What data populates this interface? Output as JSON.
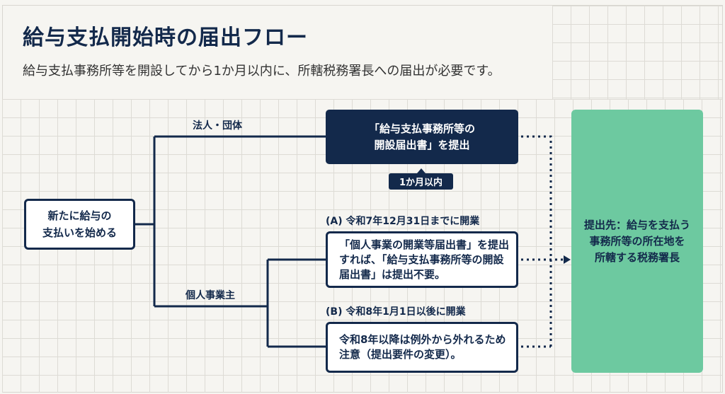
{
  "header": {
    "title": "給与支払開始時の届出フロー",
    "subtitle": "給与支払事務所等を開設してから1か月以内に、所轄税務署長への届出が必要です。"
  },
  "start": {
    "line1": "新たに給与の",
    "line2": "支払いを始める"
  },
  "corporate": {
    "label": "法人・団体",
    "box_line1": "「給与支払事務所等の",
    "box_line2": "開設届出書」を提出",
    "deadline": "1か月以内"
  },
  "individual": {
    "label": "個人事業主",
    "case_a": {
      "label": "(A) 令和7年12月31日までに開業",
      "line1": "「個人事業の開業等届出書」を提出",
      "line2": "すれば、「給与支払事務所等の開設",
      "line3": "届出書」は提出不要。"
    },
    "case_b": {
      "label": "(B) 令和8年1月1日以後に開業",
      "line1": "令和8年以降は例外から外れるため",
      "line2": "注意（提出要件の変更）。"
    }
  },
  "destination": {
    "line1": "提出先：給与を支払う",
    "line2": "事務所等の所在地を",
    "line3": "所轄する税務署長"
  },
  "colors": {
    "navy": "#13294b",
    "green": "#6dc9a0"
  }
}
